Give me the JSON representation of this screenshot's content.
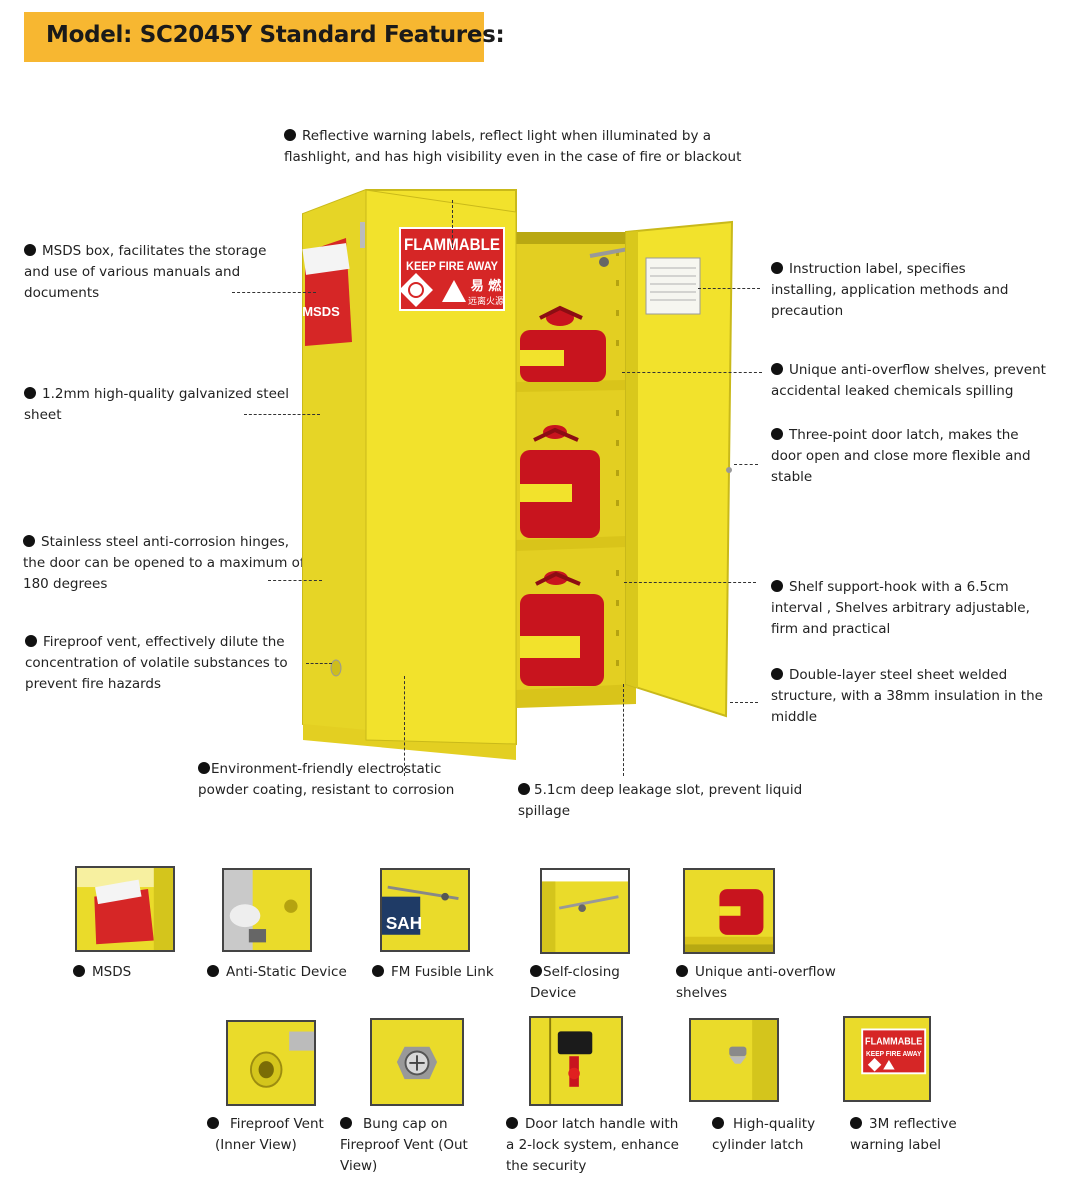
{
  "title": "Model: SC2045Y Standard Features:",
  "colors": {
    "banner": "#f7b731",
    "cabinet": "#f2e22c",
    "cabinet_dark": "#d9c91c",
    "can_red": "#c8141e",
    "label_red": "#d62626"
  },
  "cabinet_labels": {
    "flammable": "FLAMMABLE",
    "keep_fire_away": "KEEP FIRE AWAY",
    "cn_main": "易 燃",
    "cn_sub": "远离火源",
    "msds": "MSDS"
  },
  "features": {
    "reflective": [
      "Reflective warning labels, reflect light when illuminated by a",
      "flashlight, and has high visibility even in the case of fire or blackout"
    ],
    "msds_box": [
      "MSDS box, facilitates the storage",
      "and use of various manuals and",
      "documents"
    ],
    "steel": [
      "1.2mm high-quality galvanized steel",
      "sheet"
    ],
    "hinges": [
      "Stainless steel anti-corrosion hinges,",
      "the door can be opened to a maximum of",
      "180 degrees"
    ],
    "vent": [
      "Fireproof vent, effectively dilute the",
      "concentration of volatile substances to",
      "prevent fire hazards"
    ],
    "coating": [
      "Environment-friendly electrostatic",
      "powder  coating, resistant to corrosion"
    ],
    "leakage": [
      "5.1cm deep leakage slot, prevent liquid",
      "spillage"
    ],
    "instruction": [
      "Instruction label, specifies",
      "installing, application methods and",
      "precaution"
    ],
    "shelves": [
      "Unique anti-overflow shelves, prevent",
      "accidental leaked chemicals spilling"
    ],
    "latch": [
      "Three-point door latch, makes the",
      "door open and close more flexible and",
      "stable"
    ],
    "hook": [
      "Shelf support-hook with a 6.5cm",
      "interval , Shelves arbitrary adjustable,",
      "firm and practical"
    ],
    "double_layer": [
      "Double-layer steel sheet welded",
      "structure,  with a 38mm insulation in the",
      "middle"
    ]
  },
  "thumbnails": {
    "row1": [
      {
        "lines": [
          "MSDS"
        ],
        "icon": "msds-box-photo"
      },
      {
        "lines": [
          "Anti-Static Device"
        ],
        "icon": "anti-static-photo"
      },
      {
        "lines": [
          "FM Fusible Link"
        ],
        "icon": "fusible-link-photo"
      },
      {
        "lines": [
          "Self-closing",
          "Device"
        ],
        "icon": "self-closing-photo"
      },
      {
        "lines": [
          "Unique anti-overflow",
          "shelves"
        ],
        "icon": "shelf-photo"
      }
    ],
    "row2": [
      {
        "lines": [
          "Fireproof Vent",
          "(Inner View)"
        ],
        "icon": "vent-inner-photo"
      },
      {
        "lines": [
          "Bung cap on",
          "Fireproof Vent  (Out",
          "View)"
        ],
        "icon": "bung-cap-photo"
      },
      {
        "lines": [
          "Door latch handle with",
          "a 2-lock system, enhance",
          "the security"
        ],
        "icon": "door-latch-photo"
      },
      {
        "lines": [
          "High-quality",
          "cylinder latch"
        ],
        "icon": "cylinder-latch-photo"
      },
      {
        "lines": [
          "3M reflective",
          "warning label"
        ],
        "icon": "reflective-label-photo"
      }
    ]
  }
}
